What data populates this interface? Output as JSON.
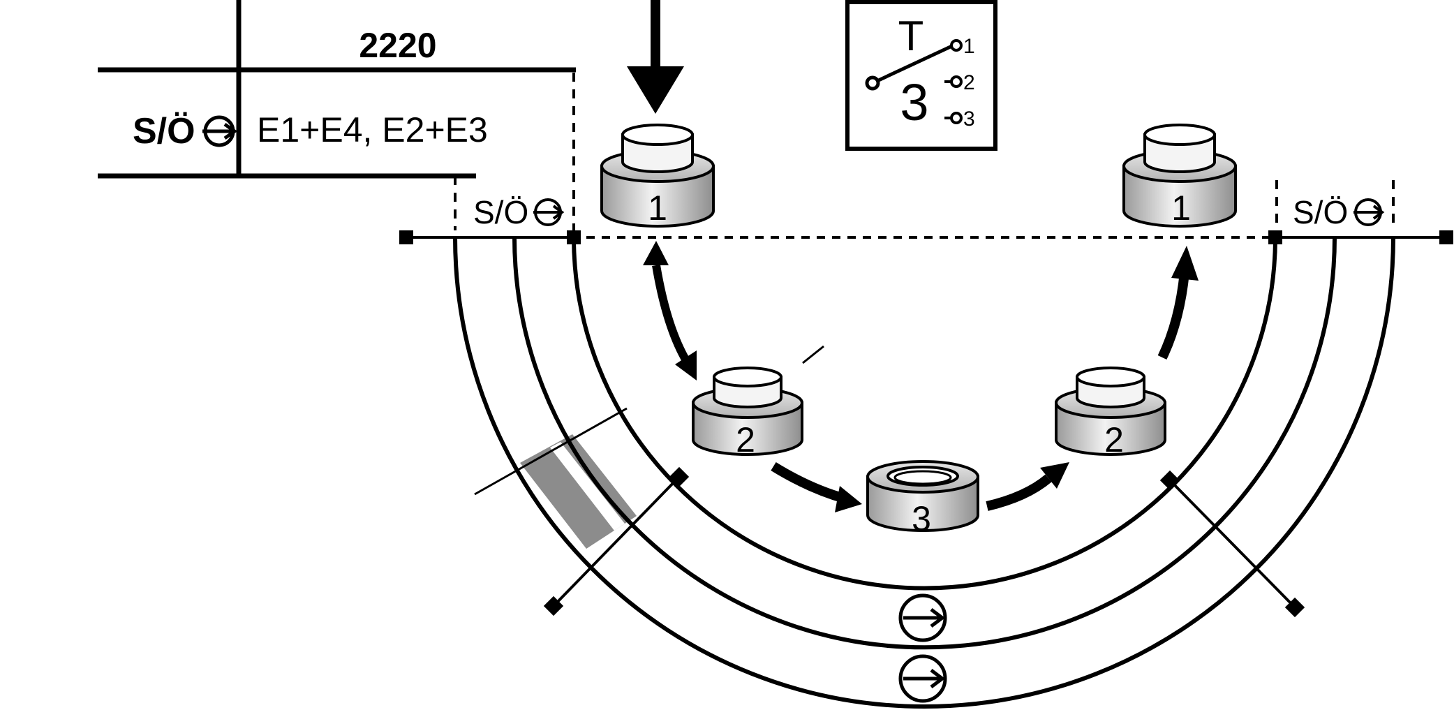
{
  "table": {
    "number": "2220",
    "row_label": "S/Ö",
    "row_value": "E1+E4, E2+E3"
  },
  "tracks": {
    "left_label": "S/Ö",
    "right_label": "S/Ö"
  },
  "switch_symbol": {
    "letter": "T",
    "position": "3",
    "options": [
      "1",
      "2",
      "3"
    ]
  },
  "knobs": {
    "top_left": "1",
    "mid_left": "2",
    "bottom": "3",
    "mid_right": "2",
    "top_right": "1"
  },
  "colors": {
    "line": "#000000",
    "highlight_band": "#8c8c8c",
    "knob_light": "#f2f2f2",
    "knob_dark": "#9a9a9a"
  },
  "icons": {
    "direction": "right-arrow-in-circle-icon",
    "insert": "down-arrow-icon"
  }
}
